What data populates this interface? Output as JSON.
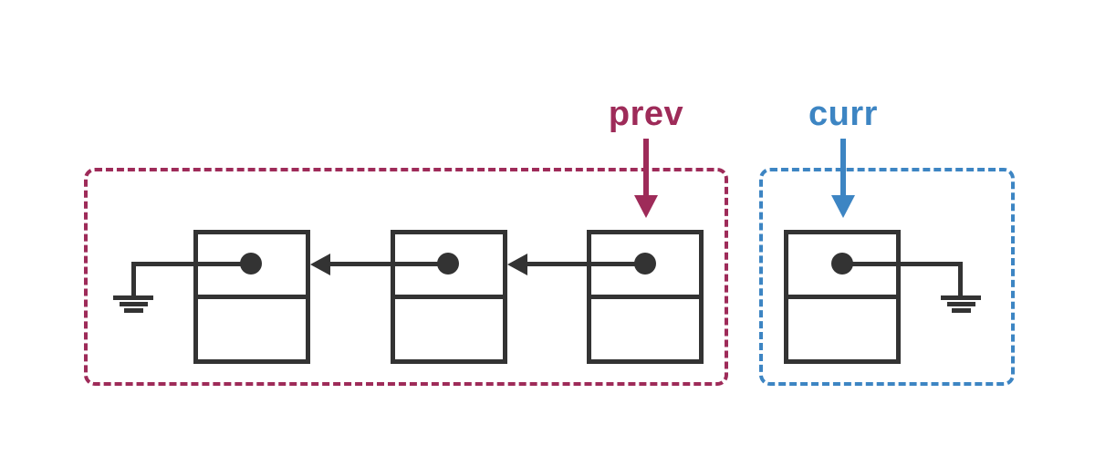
{
  "diagram": {
    "type": "linked-list-pointer-diagram",
    "description": "Linked list reversal state: prev points to head of reversed 3-node sublist terminating in null; curr points to a single node whose next is null",
    "background": "#ffffff",
    "colors": {
      "background": "#ffffff",
      "stroke": "#333333",
      "prev": "#9e2b59",
      "curr": "#3d85c3"
    },
    "pointers": {
      "prev": {
        "label": "prev",
        "color": "#9e2b59",
        "points_to": "node-3"
      },
      "curr": {
        "label": "curr",
        "color": "#3d85c3",
        "points_to": "node-4"
      }
    },
    "groups": [
      {
        "id": "prev-group",
        "border_style": "dashed",
        "color": "#9e2b59",
        "nodes": [
          "node-1",
          "node-2",
          "node-3"
        ]
      },
      {
        "id": "curr-group",
        "border_style": "dashed",
        "color": "#3d85c3",
        "nodes": [
          "node-4"
        ]
      }
    ],
    "nodes": [
      {
        "id": "node-1",
        "group": "prev-group",
        "next": null
      },
      {
        "id": "node-2",
        "group": "prev-group",
        "next": "node-1"
      },
      {
        "id": "node-3",
        "group": "prev-group",
        "next": "node-2"
      },
      {
        "id": "node-4",
        "group": "curr-group",
        "next": null
      }
    ],
    "null_symbol": "ground-icon"
  }
}
